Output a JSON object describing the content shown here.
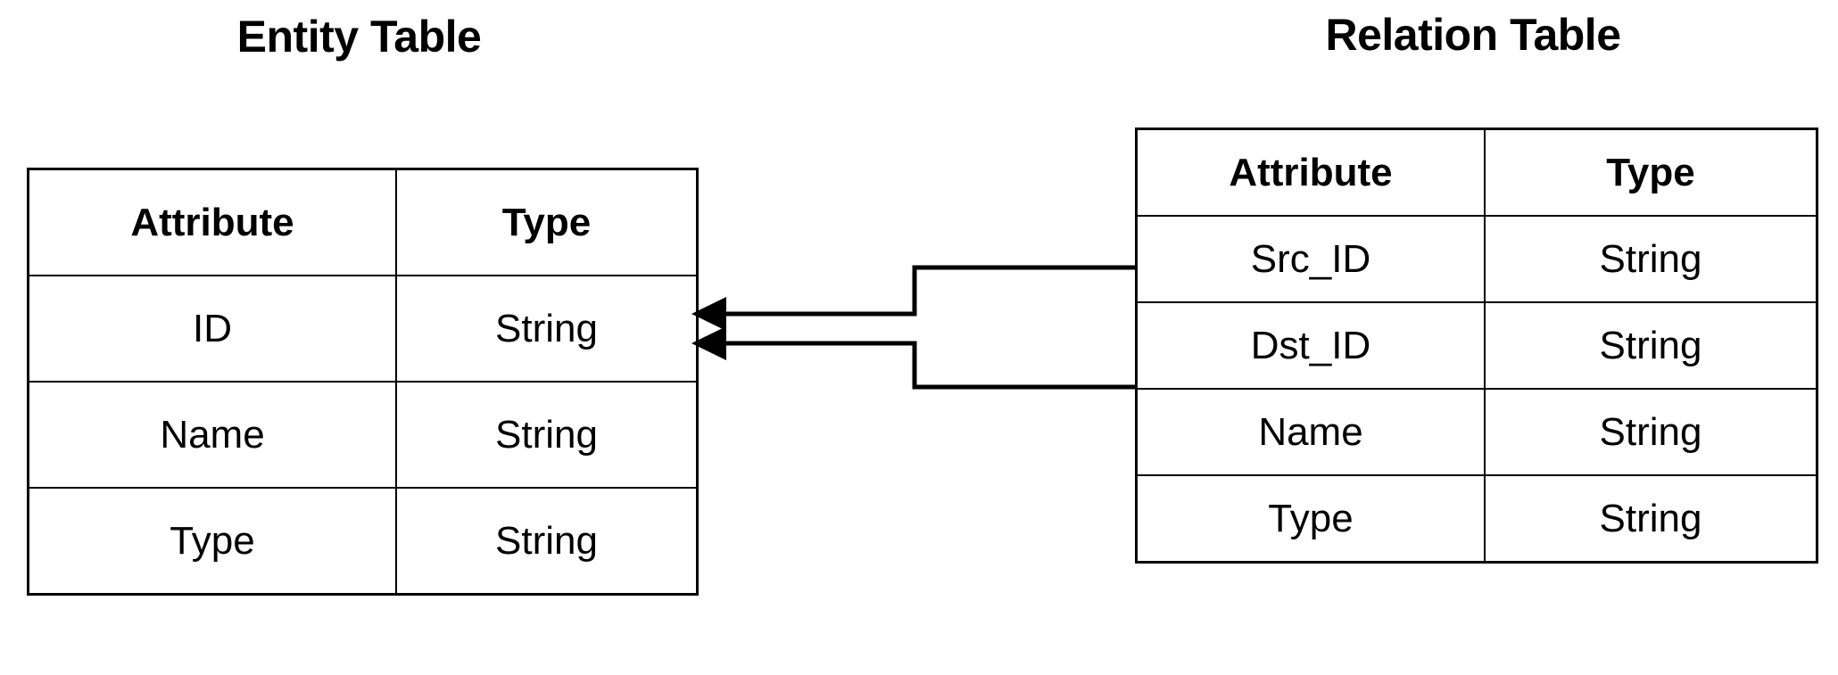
{
  "diagram": {
    "kind": "entity-relation-schema",
    "background_color": "#ffffff",
    "line_color": "#000000",
    "text_color": "#000000"
  },
  "entity_table": {
    "title": "Entity Table",
    "columns": [
      "Attribute",
      "Type"
    ],
    "rows": [
      {
        "attribute": "ID",
        "type": "String"
      },
      {
        "attribute": "Name",
        "type": "String"
      },
      {
        "attribute": "Type",
        "type": "String"
      }
    ]
  },
  "relation_table": {
    "title": "Relation Table",
    "columns": [
      "Attribute",
      "Type"
    ],
    "rows": [
      {
        "attribute": "Src_ID",
        "type": "String"
      },
      {
        "attribute": "Dst_ID",
        "type": "String"
      },
      {
        "attribute": "Name",
        "type": "String"
      },
      {
        "attribute": "Type",
        "type": "String"
      }
    ]
  },
  "connectors": [
    {
      "name": "src-id-to-entity-id",
      "from": "relation_table.Src_ID",
      "to": "entity_table.ID",
      "arrow_direction": "left",
      "style": "orthogonal"
    },
    {
      "name": "dst-id-to-entity-id",
      "from": "relation_table.Dst_ID",
      "to": "entity_table.ID",
      "arrow_direction": "left",
      "style": "orthogonal"
    }
  ]
}
